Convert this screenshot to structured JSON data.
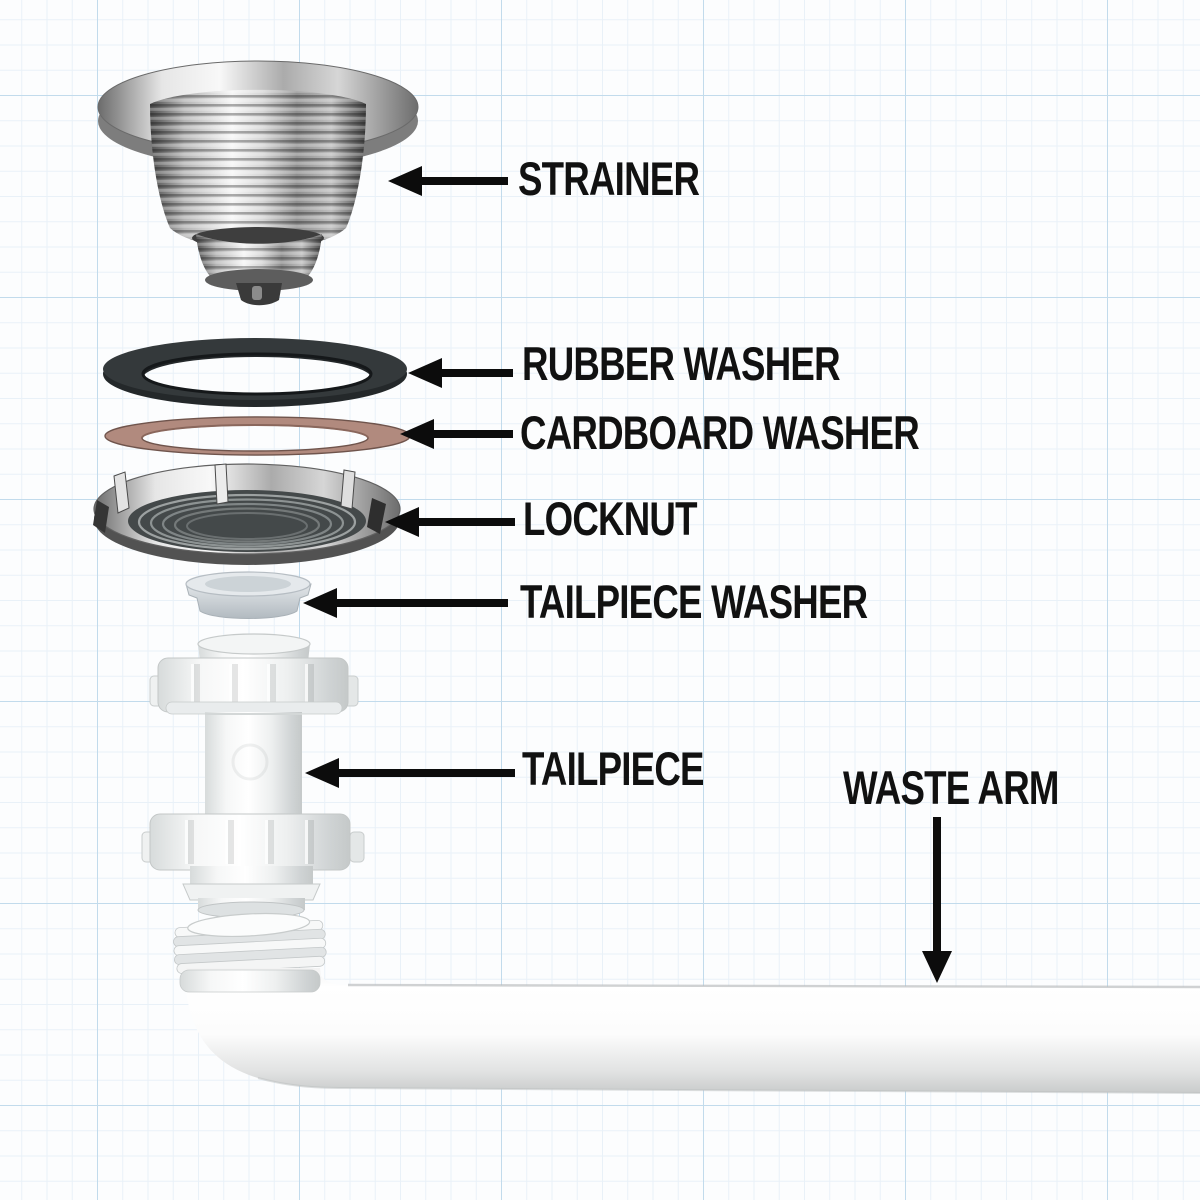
{
  "diagram": {
    "type": "exploded-parts-diagram",
    "subject": "kitchen sink drain assembly"
  },
  "labels": {
    "strainer": "STRAINER",
    "rubber_washer": "RUBBER WASHER",
    "cardboard_washer": "CARDBOARD WASHER",
    "locknut": "LOCKNUT",
    "tailpiece_washer": "TAILPIECE WASHER",
    "tailpiece": "TAILPIECE",
    "waste_arm": "WASTE ARM"
  },
  "parts": [
    {
      "id": "strainer",
      "label": "STRAINER",
      "appearance": "chromed metal threaded basket strainer"
    },
    {
      "id": "rubber-washer",
      "label": "RUBBER WASHER",
      "appearance": "dark charcoal rubber ring"
    },
    {
      "id": "cardboard-washer",
      "label": "CARDBOARD WASHER",
      "appearance": "thin tan fiber ring"
    },
    {
      "id": "locknut",
      "label": "LOCKNUT",
      "appearance": "metal threaded ring with notches"
    },
    {
      "id": "tailpiece-washer",
      "label": "TAILPIECE WASHER",
      "appearance": "translucent gray beveled plastic washer"
    },
    {
      "id": "tailpiece",
      "label": "TAILPIECE",
      "appearance": "white PVC tube with two slip nuts"
    },
    {
      "id": "waste-arm",
      "label": "WASTE ARM",
      "appearance": "white PVC elbow pipe with threaded end"
    }
  ],
  "colors": {
    "paper": "#fcfdfe",
    "grid_major": "#c2dbec",
    "grid_minor": "#e9f1f8",
    "label_text": "#111111",
    "arrow": "#0c0c0c",
    "rubber": "#2b2f30",
    "cardboard": "#b38b7d",
    "metal_light": "#f2f2f2",
    "metal_dark": "#5a5a5a",
    "pvc_white": "#ffffff",
    "pvc_shadow": "#cfd3d4"
  }
}
